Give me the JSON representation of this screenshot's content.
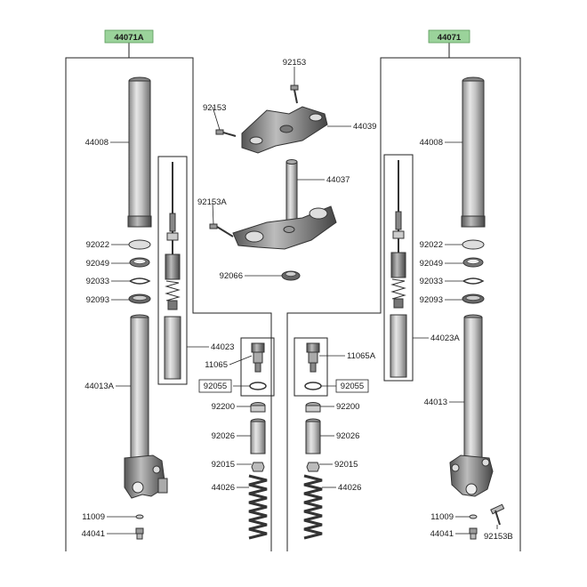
{
  "diagram": {
    "headers": {
      "left": "44071A",
      "right": "44071"
    },
    "header_color": "#9bd39b",
    "labels": {
      "tube_left": "44008",
      "tube_right": "44008",
      "seal_22_left": "92022",
      "seal_22_right": "92022",
      "seal_49_left": "92049",
      "seal_49_right": "92049",
      "clip_33_left": "92033",
      "clip_33_right": "92033",
      "ring_93_left": "92093",
      "ring_93_right": "92093",
      "damper_left": "44023",
      "damper_right": "44023A",
      "lower_left": "44013A",
      "lower_right": "44013",
      "bolt_153_top": "92153",
      "bolt_153_mid": "92153",
      "bolt_153a": "92153A",
      "bracket_upper": "44039",
      "bracket_lower": "44037",
      "seal_66": "92066",
      "cap_left": "11065",
      "cap_right": "11065A",
      "oring_left": "92055",
      "oring_right": "92055",
      "collar_left": "92200",
      "collar_right": "92200",
      "spacer_left": "92026",
      "spacer_right": "92026",
      "nut_left": "92015",
      "nut_right": "92015",
      "spring_left": "44026",
      "spring_right": "44026",
      "washer_left": "11009",
      "washer_right": "11009",
      "drain_left": "44041",
      "drain_right": "44041",
      "bolt_153b": "92153B"
    }
  }
}
